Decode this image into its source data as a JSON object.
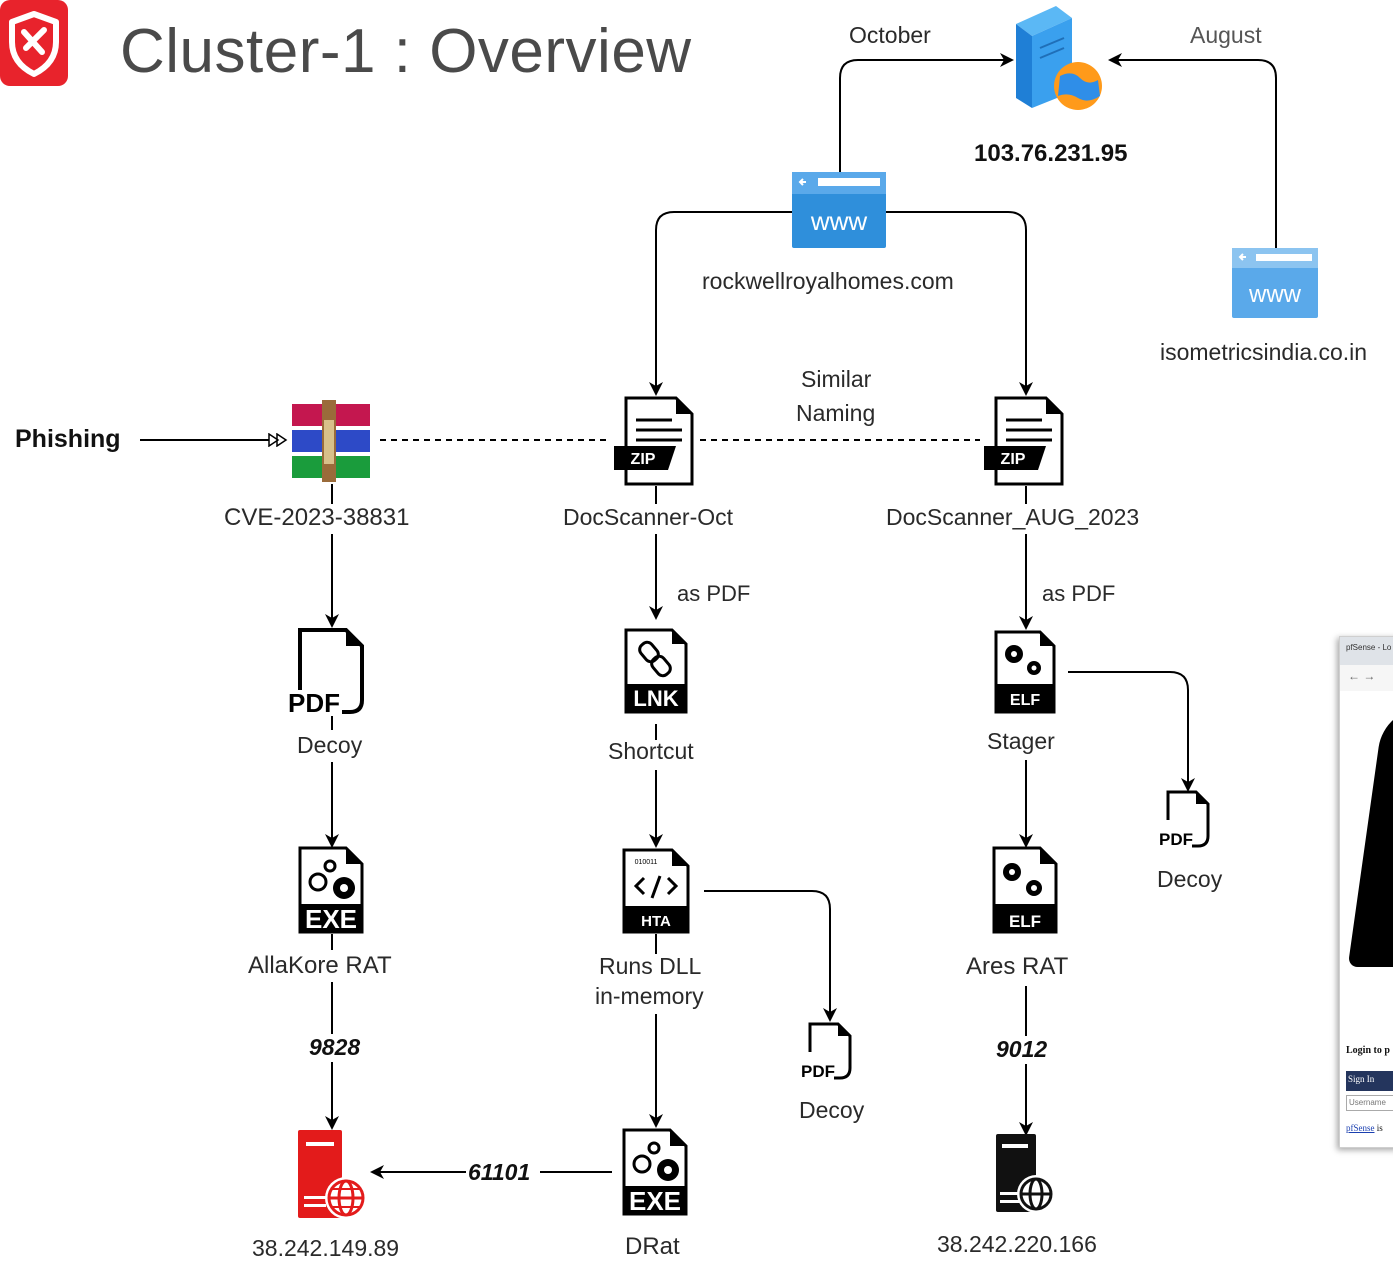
{
  "title": "Cluster-1 : Overview",
  "colors": {
    "brand": "#e8232c",
    "arrow": "#000000",
    "www": "#2f8fdb",
    "server_red": "#e31b1b"
  },
  "edge_labels": {
    "october": "October",
    "august": "August",
    "similar_naming_1": "Similar",
    "similar_naming_2": "Naming",
    "phishing": "Phishing",
    "as_pdf_1": "as PDF",
    "as_pdf_2": "as PDF",
    "port_9828": "9828",
    "port_61101": "61101",
    "port_9012": "9012"
  },
  "nodes": {
    "c2_main": {
      "label": "103.76.231.95",
      "icon": "server-globe-icon"
    },
    "domain_rockwell": {
      "label": "rockwellroyalhomes.com",
      "icon": "www-icon",
      "icon_text": "www"
    },
    "domain_isometrics": {
      "label": "isometricsindia.co.in",
      "icon": "www-icon",
      "icon_text": "www"
    },
    "rar_archive": {
      "label": "CVE-2023-38831",
      "icon": "winrar-icon"
    },
    "zip_oct": {
      "label": "DocScanner-Oct",
      "icon": "zip-file-icon",
      "badge": "ZIP"
    },
    "zip_aug": {
      "label": "DocScanner_AUG_2023",
      "icon": "zip-file-icon",
      "badge": "ZIP"
    },
    "decoy_left": {
      "label": "Decoy",
      "icon": "pdf-file-icon",
      "badge": "PDF"
    },
    "shortcut": {
      "label": "Shortcut",
      "icon": "lnk-file-icon",
      "badge": "LNK"
    },
    "stager": {
      "label": "Stager",
      "icon": "elf-file-icon",
      "badge": "ELF"
    },
    "decoy_right": {
      "label": "Decoy",
      "icon": "pdf-file-icon",
      "badge": "PDF"
    },
    "allakore": {
      "label": "AllaKore RAT",
      "icon": "exe-file-icon",
      "badge": "EXE"
    },
    "hta": {
      "label_line1": "Runs DLL",
      "label_line2": "in-memory",
      "icon": "hta-file-icon",
      "badge": "HTA",
      "code_text": "010011"
    },
    "ares": {
      "label": "Ares RAT",
      "icon": "elf-file-icon",
      "badge": "ELF"
    },
    "decoy_mid": {
      "label": "Decoy",
      "icon": "pdf-file-icon",
      "badge": "PDF"
    },
    "c2_left": {
      "label": "38.242.149.89",
      "icon": "red-server-globe-icon"
    },
    "drat": {
      "label": "DRat",
      "icon": "exe-file-icon",
      "badge": "EXE"
    },
    "c2_right": {
      "label": "38.242.220.166",
      "icon": "black-server-globe-icon"
    }
  },
  "pfsense_snippet": {
    "tab_title": "pfSense - Lo",
    "nav_text": "←  →",
    "login_text": "Login to p",
    "signin_text": "Sign In",
    "username_placeholder": "Username",
    "footer_link": "pfSense",
    "footer_text": " is"
  }
}
